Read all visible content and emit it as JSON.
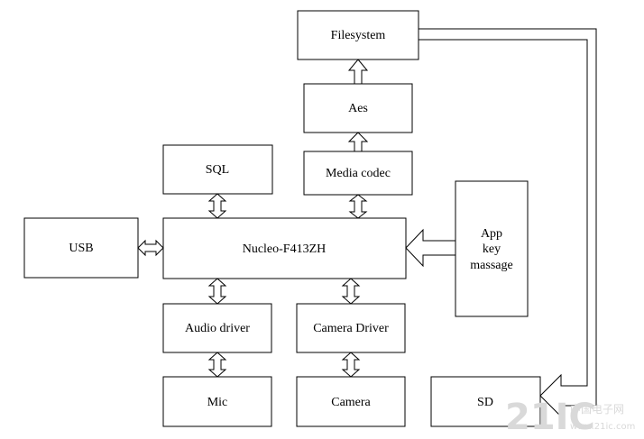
{
  "blocks": {
    "filesystem": "Filesystem",
    "aes": "Aes",
    "media_codec": "Media codec",
    "sql": "SQL",
    "usb": "USB",
    "nucleo": "Nucleo-F413ZH",
    "app_line1": "App",
    "app_line2": "key",
    "app_line3": "massage",
    "audio_driver": "Audio driver",
    "camera_driver": "Camera Driver",
    "mic": "Mic",
    "camera": "Camera",
    "sd": "SD"
  },
  "watermark": {
    "main": "21IC",
    "cn": "中国电子网",
    "url": "www.21ic.com"
  },
  "colors": {
    "stroke": "#000000",
    "fill": "#ffffff",
    "watermark": "#d9d9d9"
  }
}
